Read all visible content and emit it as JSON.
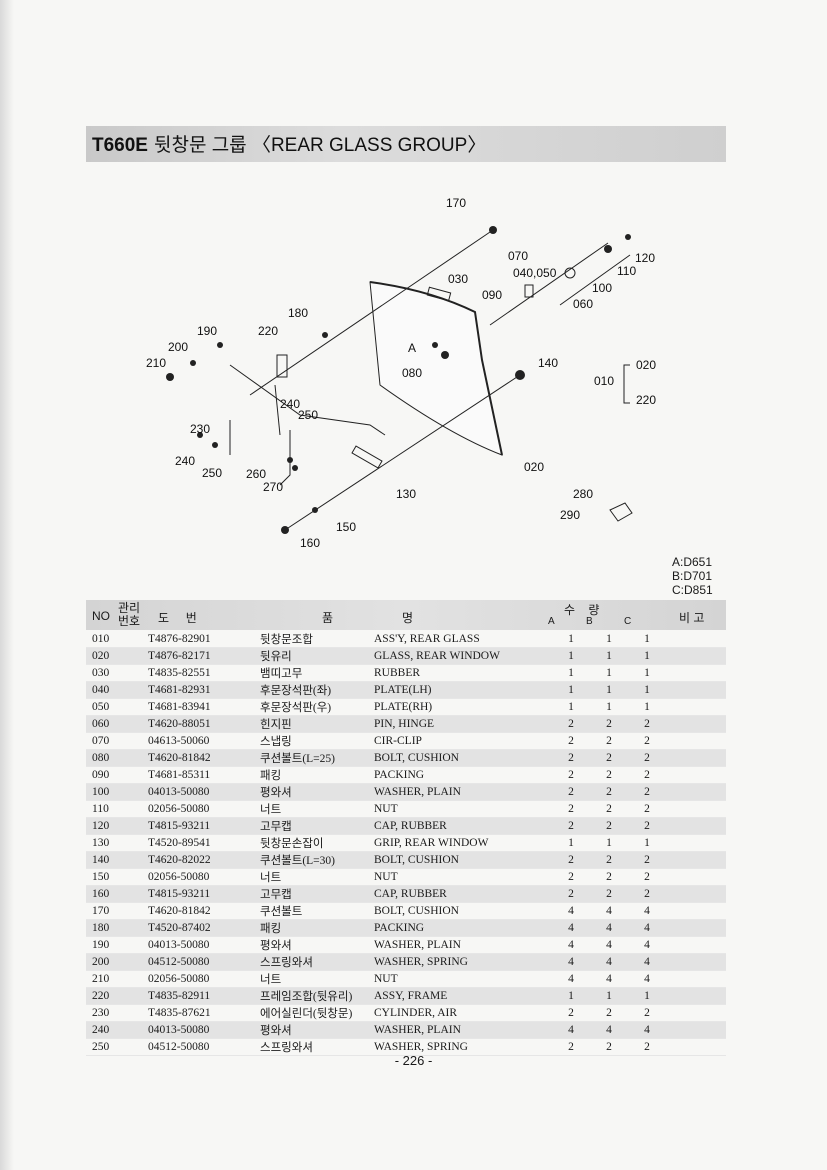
{
  "title": {
    "model": "T660E",
    "group": "뒷창문 그룹 〈REAR  GLASS GROUP〉"
  },
  "callouts": [
    "170",
    "070",
    "040,050",
    "120",
    "110",
    "030",
    "090",
    "100",
    "060",
    "180",
    "190",
    "220",
    "200",
    "210",
    "A",
    "080",
    "140",
    "020",
    "010",
    "220",
    "240",
    "250",
    "230",
    "240",
    "250",
    "260",
    "270",
    "130",
    "150",
    "160",
    "020",
    "280",
    "290"
  ],
  "models": [
    "A:D651",
    "B:D701",
    "C:D851"
  ],
  "header": {
    "no": "NO",
    "mgmt": "관리\n번호",
    "drawing": "도     번",
    "name1": "품",
    "name2": "명",
    "qty": "수    량",
    "a": "A",
    "b": "B",
    "c": "C",
    "remark": "비 고"
  },
  "rows": [
    [
      "010",
      "T4876-82901",
      "뒷창문조합",
      "ASS'Y, REAR GLASS",
      "1",
      "1",
      "1"
    ],
    [
      "020",
      "T4876-82171",
      "뒷유리",
      "GLASS, REAR WINDOW",
      "1",
      "1",
      "1"
    ],
    [
      "030",
      "T4835-82551",
      "뱀띠고무",
      "RUBBER",
      "1",
      "1",
      "1"
    ],
    [
      "040",
      "T4681-82931",
      "후문장석판(좌)",
      "PLATE(LH)",
      "1",
      "1",
      "1"
    ],
    [
      "050",
      "T4681-83941",
      "후문장석판(우)",
      "PLATE(RH)",
      "1",
      "1",
      "1"
    ],
    [
      "060",
      "T4620-88051",
      "힌지핀",
      "PIN, HINGE",
      "2",
      "2",
      "2"
    ],
    [
      "070",
      "04613-50060",
      "스냅링",
      "CIR-CLIP",
      "2",
      "2",
      "2"
    ],
    [
      "080",
      "T4620-81842",
      "쿠션볼트(L=25)",
      "BOLT, CUSHION",
      "2",
      "2",
      "2"
    ],
    [
      "090",
      "T4681-85311",
      "패킹",
      "PACKING",
      "2",
      "2",
      "2"
    ],
    [
      "100",
      "04013-50080",
      "평와셔",
      "WASHER, PLAIN",
      "2",
      "2",
      "2"
    ],
    [
      "110",
      "02056-50080",
      "너트",
      "NUT",
      "2",
      "2",
      "2"
    ],
    [
      "120",
      "T4815-93211",
      "고무캡",
      "CAP, RUBBER",
      "2",
      "2",
      "2"
    ],
    [
      "130",
      "T4520-89541",
      "뒷창문손잡이",
      "GRIP, REAR WINDOW",
      "1",
      "1",
      "1"
    ],
    [
      "140",
      "T4620-82022",
      "쿠션볼트(L=30)",
      "BOLT, CUSHION",
      "2",
      "2",
      "2"
    ],
    [
      "150",
      "02056-50080",
      "너트",
      "NUT",
      "2",
      "2",
      "2"
    ],
    [
      "160",
      "T4815-93211",
      "고무캡",
      "CAP, RUBBER",
      "2",
      "2",
      "2"
    ],
    [
      "170",
      "T4620-81842",
      "쿠션볼트",
      "BOLT, CUSHION",
      "4",
      "4",
      "4"
    ],
    [
      "180",
      "T4520-87402",
      "패킹",
      "PACKING",
      "4",
      "4",
      "4"
    ],
    [
      "190",
      "04013-50080",
      "평와셔",
      "WASHER, PLAIN",
      "4",
      "4",
      "4"
    ],
    [
      "200",
      "04512-50080",
      "스프링와셔",
      "WASHER, SPRING",
      "4",
      "4",
      "4"
    ],
    [
      "210",
      "02056-50080",
      "너트",
      "NUT",
      "4",
      "4",
      "4"
    ],
    [
      "220",
      "T4835-82911",
      "프레임조합(뒷유리)",
      "ASSY, FRAME",
      "1",
      "1",
      "1"
    ],
    [
      "230",
      "T4835-87621",
      "에어실린더(뒷창문)",
      "CYLINDER, AIR",
      "2",
      "2",
      "2"
    ],
    [
      "240",
      "04013-50080",
      "평와셔",
      "WASHER, PLAIN",
      "4",
      "4",
      "4"
    ],
    [
      "250",
      "04512-50080",
      "스프링와셔",
      "WASHER, SPRING",
      "2",
      "2",
      "2"
    ]
  ],
  "page_number": "- 226 -"
}
